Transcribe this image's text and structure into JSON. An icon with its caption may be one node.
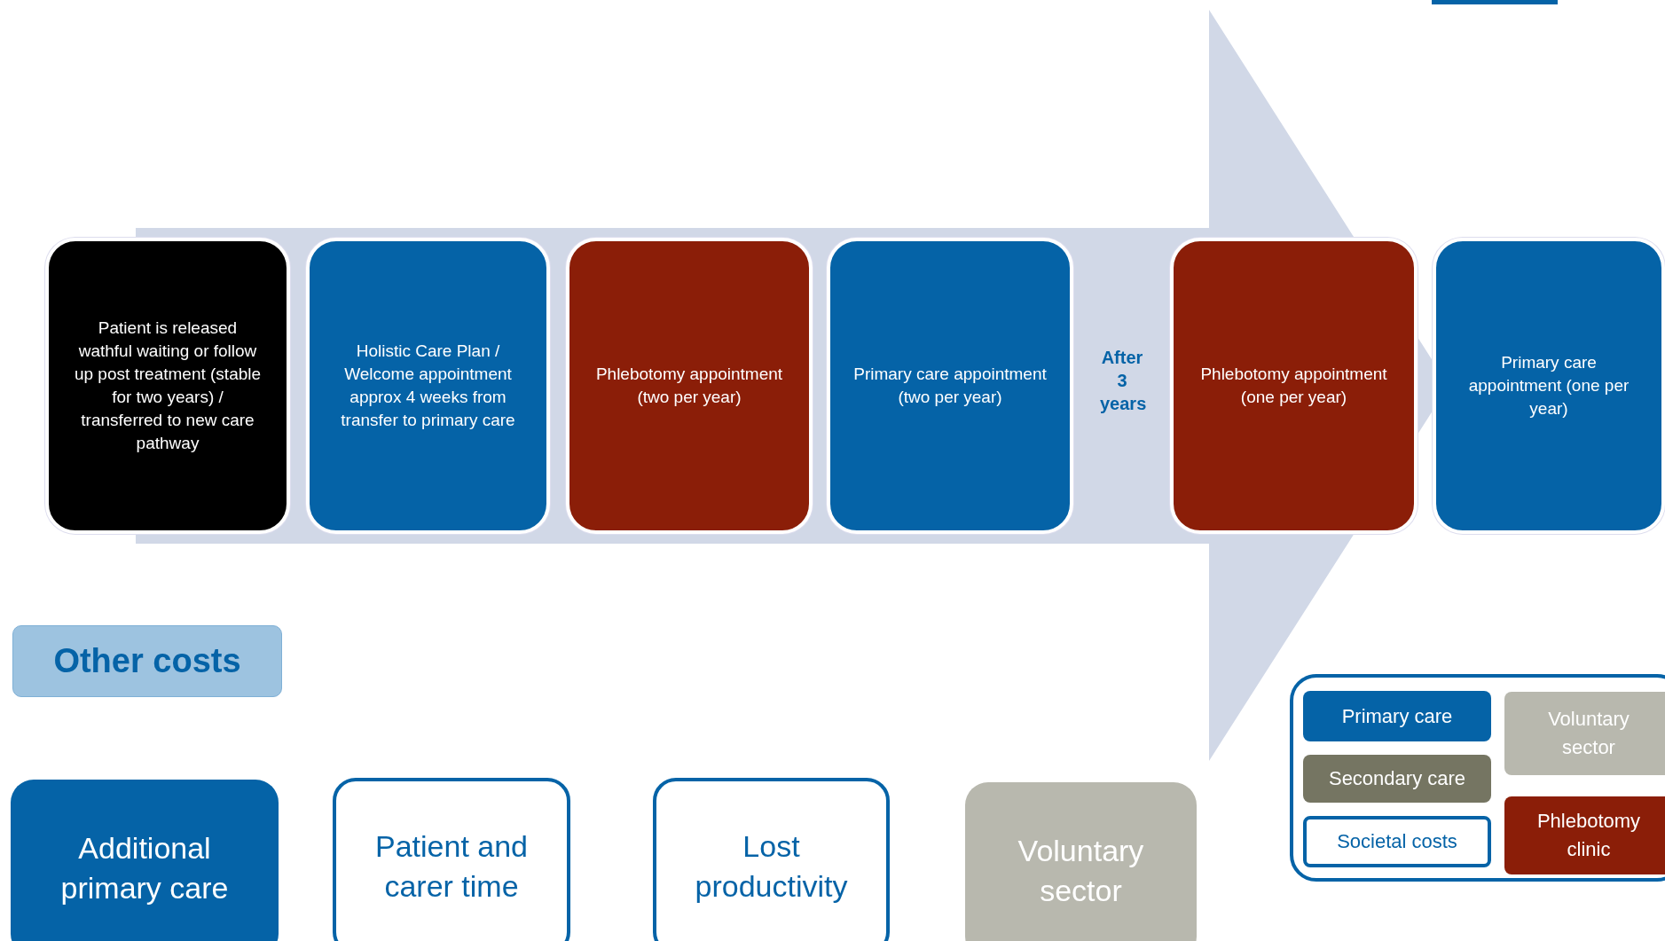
{
  "diagram": {
    "nodes": [
      {
        "text": [
          "Patient is released wathful waiting or follow up post treatment (stable for two years) / transferred to new care pathway"
        ]
      },
      {
        "text": [
          "Holistic Care Plan / Welcome appointment approx 4 weeks from transfer to primary care"
        ]
      },
      {
        "text": [
          "Phlebotomy appointment (two per year)"
        ]
      },
      {
        "text": [
          "Primary care appointment (two per year)"
        ]
      },
      {
        "text": [
          "Phlebotomy appointment (one per year)"
        ]
      },
      {
        "text": [
          "Primary care appointment  (one per year)"
        ]
      },
      {
        "text": [
          "Other costs"
        ]
      },
      {
        "text": [
          "Additional primary care"
        ]
      },
      {
        "text": [
          "Patient and carer time"
        ]
      },
      {
        "text": [
          "Lost productivity"
        ]
      },
      {
        "text": [
          "Voluntary sector"
        ]
      }
    ],
    "edges": [
      {
        "from": 0,
        "to": 5,
        "arrow": "to",
        "style": "thick"
      }
    ],
    "labels": [
      "After 3 years"
    ],
    "legend": [
      {
        "text": "Primary care",
        "color": "#0563a7"
      },
      {
        "text": "Voluntary sector",
        "color": "#b8b8ae"
      },
      {
        "text": "Secondary care",
        "color": "#757562"
      },
      {
        "text": "Societal costs",
        "color": "#ffffff"
      },
      {
        "text": "Phlebotomy clinic",
        "color": "#8b1e08"
      }
    ]
  }
}
